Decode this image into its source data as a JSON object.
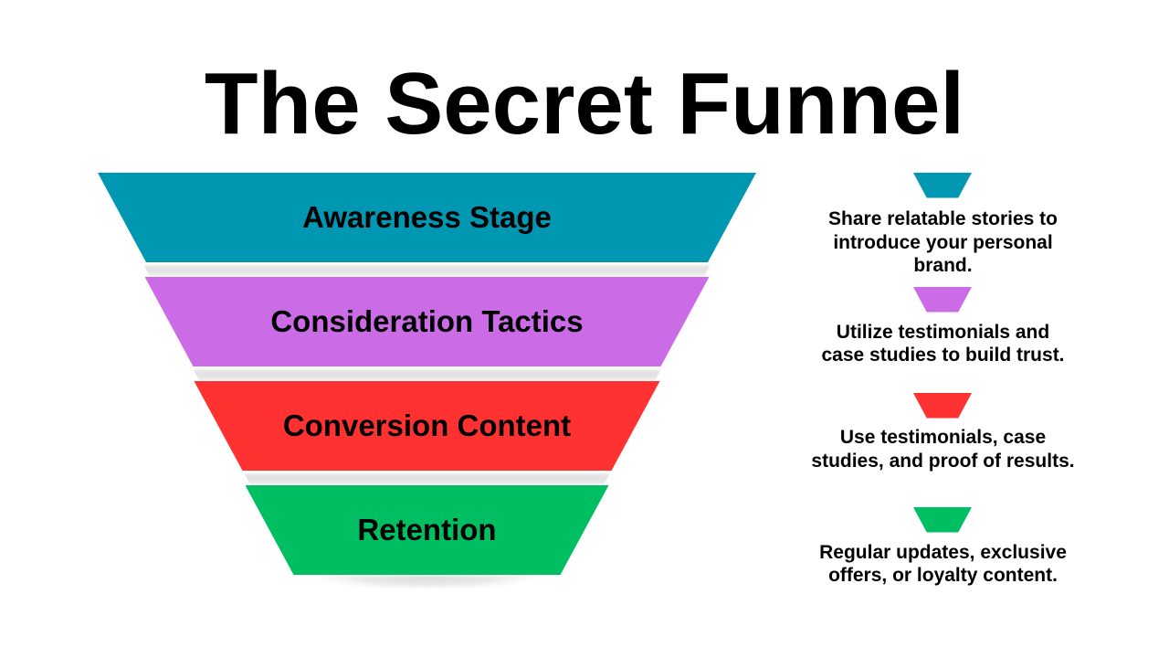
{
  "title": "The Secret Funnel",
  "background_color": "#FFFFFF",
  "text_color": "#000000",
  "stages": [
    {
      "label": "Awareness Stage",
      "color": "#0097B2",
      "note": "Share relatable stories to\nintroduce your personal\nbrand."
    },
    {
      "label": "Consideration Tactics",
      "color": "#CB6CE6",
      "note": "Utilize testimonials and\ncase studies to build trust."
    },
    {
      "label": "Conversion Content",
      "color": "#FF3131",
      "note": "Use testimonials, case\nstudies, and proof of results."
    },
    {
      "label": "Retention",
      "color": "#00BF63",
      "note": "Regular updates, exclusive\noffers, or loyalty content."
    }
  ]
}
